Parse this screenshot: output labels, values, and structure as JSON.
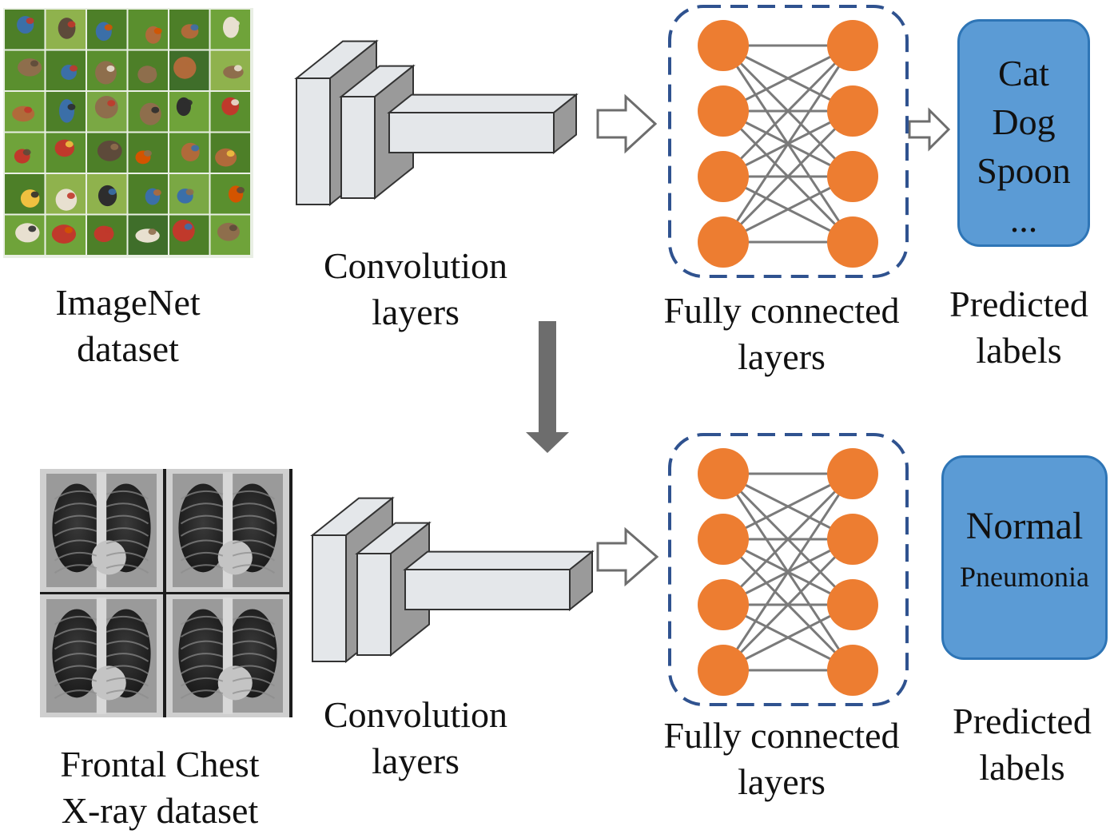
{
  "colors": {
    "node": "#ed7d31",
    "box": "#5b9bd5",
    "box_border": "#2e75b6",
    "dashed_border": "#2f528f",
    "conv_face": "#e4e7ea",
    "conv_side": "#9a9a9a",
    "arrow_fill": "#6d6d6d"
  },
  "icons": {
    "imagenet": "imagenet-grid-image",
    "xray": "chest-xray-grid-image",
    "transfer": "down-arrow-icon",
    "flow": "right-arrow-icon"
  },
  "top": {
    "dataset": [
      "ImageNet",
      "dataset"
    ],
    "conv": [
      "Convolution",
      "layers"
    ],
    "fc": [
      "Fully connected",
      "layers"
    ],
    "predicted": [
      "Predicted",
      "labels"
    ],
    "labels": [
      "Cat",
      "Dog",
      "Spoon",
      "..."
    ]
  },
  "bottom": {
    "dataset": [
      "Frontal Chest",
      "X-ray dataset"
    ],
    "conv": [
      "Convolution",
      "layers"
    ],
    "fc": [
      "Fully connected",
      "layers"
    ],
    "predicted": [
      "Predicted",
      "labels"
    ],
    "labels": [
      "Normal",
      "Pneumonia"
    ]
  }
}
